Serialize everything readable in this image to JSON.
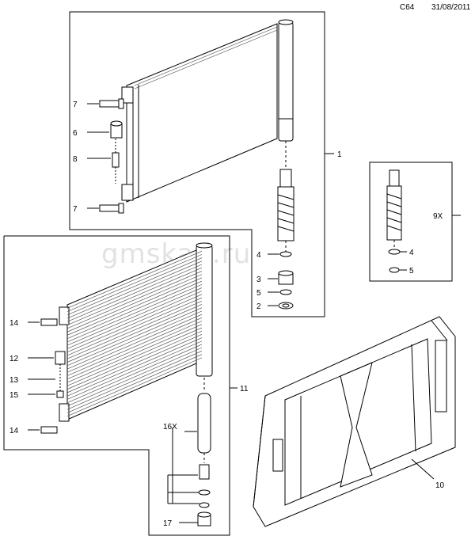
{
  "header": {
    "code": "C64",
    "date": "31/08/2011"
  },
  "watermark": "gmskad.ru",
  "callouts": {
    "c1": "1",
    "c2": "2",
    "c3": "3",
    "c4": "4",
    "c5": "5",
    "c6": "6",
    "c7a": "7",
    "c7b": "7",
    "c8": "8",
    "c9x": "9X",
    "c9x_4": "4",
    "c9x_5": "5",
    "c10": "10",
    "c11": "11",
    "c12": "12",
    "c13": "13",
    "c14a": "14",
    "c14b": "14",
    "c15": "15",
    "c16x": "16X",
    "c17": "17"
  },
  "colors": {
    "line": "#000000",
    "watermark": "#e2e2e2",
    "fin": "#555555"
  }
}
